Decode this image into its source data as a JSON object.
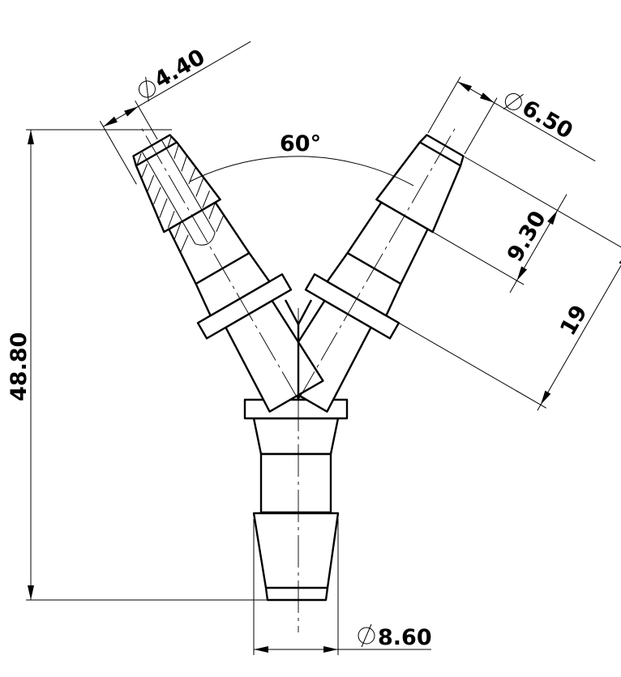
{
  "drawing": {
    "part": "y-hose-barb-connector",
    "line_color": "#000000",
    "background": "#ffffff",
    "dimensions": {
      "left_barb_diameter": {
        "symbol": "diameter-icon",
        "value": "4.40"
      },
      "right_barb_diameter": {
        "symbol": "diameter-icon",
        "value": "6.50"
      },
      "bottom_barb_diameter": {
        "symbol": "diameter-icon",
        "value": "8.60"
      },
      "barb_length": {
        "value": "9.30"
      },
      "branch_length": {
        "value": "19"
      },
      "overall_height": {
        "value": "48.80"
      },
      "branch_angle": {
        "value": "60°"
      }
    }
  }
}
